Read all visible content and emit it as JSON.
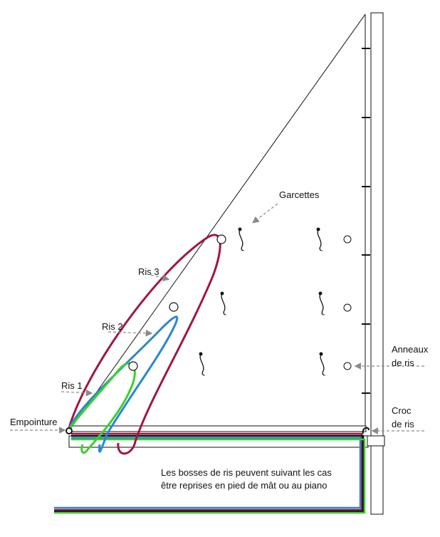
{
  "labels": {
    "garcettes": "Garcettes",
    "ris3": "Ris 3",
    "ris2": "Ris 2",
    "ris1": "Ris 1",
    "empointure": "Empointure",
    "anneaux_line1": "Anneaux",
    "anneaux_line2": "de ris",
    "croc_line1": "Croc",
    "croc_line2": "de ris",
    "note_line1": "Les bosses de ris peuvent suivant les cas",
    "note_line2": "être reprises en pied de mât ou au piano"
  },
  "colors": {
    "ris3": "#a0173e",
    "ris2": "#2a86d4",
    "ris1": "#3bd12a",
    "outline": "#111111",
    "arrow": "#8a8a8a"
  }
}
